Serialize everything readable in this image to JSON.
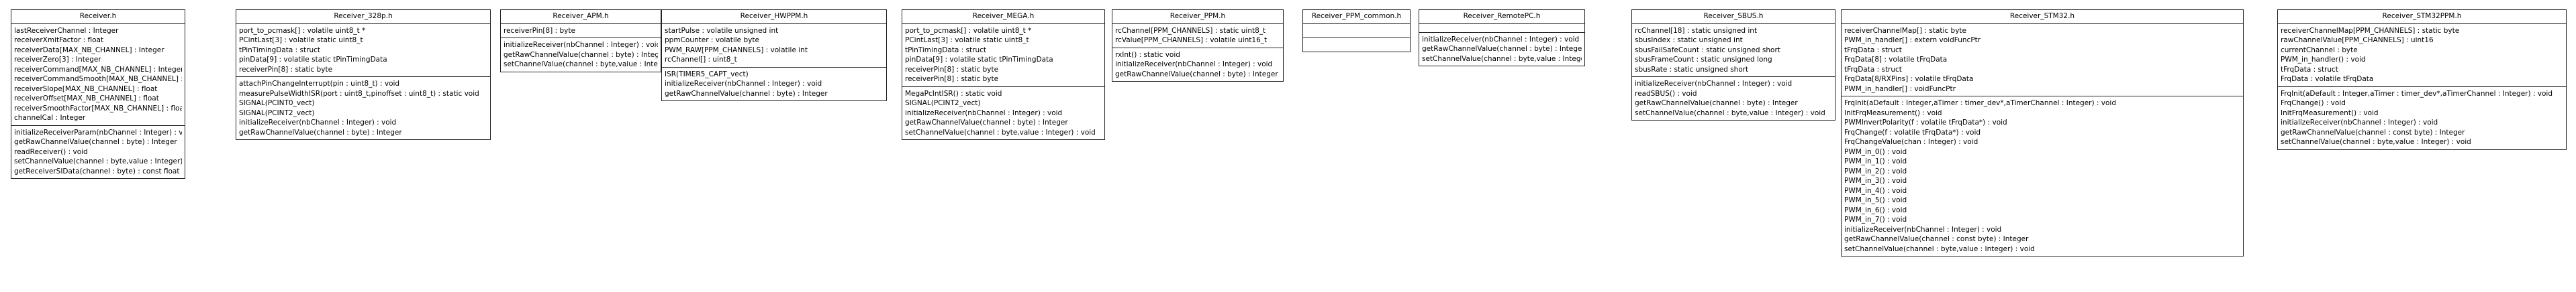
{
  "classes": [
    {
      "id": "receiver",
      "name": "Receiver.h",
      "attributes": [
        "lastReceiverChannel : Integer",
        "receiverXmitFactor : float",
        "receiverData[MAX_NB_CHANNEL] : Integer",
        "receiverZero[3] : Integer",
        "receiverCommand[MAX_NB_CHANNEL] : Integer",
        "receiverCommandSmooth[MAX_NB_CHANNEL] : float",
        "receiverSlope[MAX_NB_CHANNEL] : float",
        "receiverOffset[MAX_NB_CHANNEL] : float",
        "receiverSmoothFactor[MAX_NB_CHANNEL] : float",
        "channelCal : Integer"
      ],
      "methods": [
        "initializeReceiverParam(nbChannel : Integer) : void",
        "getRawChannelValue(channel : byte) : Integer",
        "readReceiver() : void",
        "setChannelValue(channel : byte,value : Integer) : void",
        "getReceiverSIData(channel : byte) : const float"
      ]
    },
    {
      "id": "receiver-328p",
      "name": "Receiver_328p.h",
      "attributes": [
        "port_to_pcmask[] : volatile uint8_t *",
        "PCintLast[3] : volatile static uint8_t",
        "tPinTimingData : struct",
        "pinData[9] : volatile static tPinTimingData",
        "receiverPin[8] : static byte"
      ],
      "methods": [
        "attachPinChangeInterrupt(pin : uint8_t) : void",
        "measurePulseWidthISR(port : uint8_t,pinoffset : uint8_t) : static void",
        "SIGNAL(PCINT0_vect)",
        "SIGNAL(PCINT2_vect)",
        "initializeReceiver(nbChannel : Integer) : void",
        "getRawChannelValue(channel : byte) : Integer"
      ]
    },
    {
      "id": "receiver-apm",
      "name": "Receiver_APM.h",
      "attributes": [
        "receiverPin[8] : byte"
      ],
      "methods": [
        "initializeReceiver(nbChannel : Integer) : void",
        "getRawChannelValue(channel : byte) : Integer",
        "setChannelValue(channel : byte,value : Integer) : void"
      ]
    },
    {
      "id": "receiver-hwppm",
      "name": "Receiver_HWPPM.h",
      "attributes": [
        "startPulse : volatile unsigned int",
        "ppmCounter : volatile byte",
        "PWM_RAW[PPM_CHANNELS] : volatile int",
        "rcChannel[] : uint8_t"
      ],
      "methods": [
        "ISR(TIMER5_CAPT_vect)",
        "initializeReceiver(nbChannel : Integer) : void",
        "getRawChannelValue(channel : byte) : Integer"
      ]
    },
    {
      "id": "receiver-mega",
      "name": "Receiver_MEGA.h",
      "attributes": [
        "port_to_pcmask[] : volatile uint8_t *",
        "PCintLast[3] : volatile static uint8_t",
        "tPinTimingData : struct",
        "pinData[9] : volatile static tPinTimingData",
        "receiverPin[8] : static byte",
        "receiverPin[8] : static byte"
      ],
      "methods": [
        "MegaPcIntISR() : static void",
        "SIGNAL(PCINT2_vect)",
        "initializeReceiver(nbChannel : Integer) : void",
        "getRawChannelValue(channel : byte) : Integer",
        "setChannelValue(channel : byte,value : Integer) : void"
      ]
    },
    {
      "id": "receiver-ppm",
      "name": "Receiver_PPM.h",
      "attributes": [
        "rcChannel[PPM_CHANNELS] : static uint8_t",
        "rcValue[PPM_CHANNELS] : volatile uint16_t"
      ],
      "methods": [
        "rxInt() : static void",
        "initializeReceiver(nbChannel : Integer) : void",
        "getRawChannelValue(channel : byte) : Integer"
      ]
    },
    {
      "id": "receiver-ppm-common",
      "name": "Receiver_PPM_common.h",
      "attributes": [],
      "methods": []
    },
    {
      "id": "receiver-remotepc",
      "name": "Receiver_RemotePC.h",
      "attributes": [],
      "methods": [
        "initializeReceiver(nbChannel : Integer) : void",
        "getRawChannelValue(channel : byte) : Integer",
        "setChannelValue(channel : byte,value : Integer) : void"
      ]
    },
    {
      "id": "receiver-sbus",
      "name": "Receiver_SBUS.h",
      "attributes": [
        "rcChannel[18] : static unsigned int",
        "sbusIndex : static unsigned int",
        "sbusFailSafeCount : static unsigned short",
        "sbusFrameCount : static unsigned long",
        "sbusRate : static unsigned short"
      ],
      "methods": [
        "initializeReceiver(nbChannel : Integer) : void",
        "readSBUS() : void",
        "getRawChannelValue(channel : byte) : Integer",
        "setChannelValue(channel : byte,value : Integer) : void"
      ]
    },
    {
      "id": "receiver-stm32",
      "name": "Receiver_STM32.h",
      "attributes": [
        "receiverChannelMap[] : static byte",
        "PWM_in_handler[] : extern voidFuncPtr",
        "tFrqData : struct",
        "FrqData[8] : volatile tFrqData",
        "tFrqData : struct",
        "FrqData[8/RXPins] : volatile tFrqData",
        "PWM_in_handler[] : voidFuncPtr"
      ],
      "methods": [
        "FrqInit(aDefault : Integer,aTimer : timer_dev*,aTimerChannel : Integer) : void",
        "InitFrqMeasurement() : void",
        "PWMInvertPolarity(f : volatile tFrqData*) : void",
        "FrqChange(f : volatile tFrqData*) : void",
        "FrqChangeValue(chan : Integer) : void",
        "PWM_in_0() : void",
        "PWM_in_1() : void",
        "PWM_in_2() : void",
        "PWM_in_3() : void",
        "PWM_in_4() : void",
        "PWM_in_5() : void",
        "PWM_in_6() : void",
        "PWM_in_7() : void",
        "initializeReceiver(nbChannel : Integer) : void",
        "getRawChannelValue(channel : const byte) : Integer",
        "setChannelValue(channel : byte,value : Integer) : void"
      ]
    },
    {
      "id": "receiver-stm32ppm",
      "name": "Receiver_STM32PPM.h",
      "attributes": [
        "receiverChannelMap[PPM_CHANNELS] : static byte",
        "rawChannelValue[PPM_CHANNELS] : uint16",
        "currentChannel : byte",
        "PWM_in_handler() : void",
        "tFrqData : struct",
        "FrqData : volatile tFrqData"
      ],
      "methods": [
        "FrqInit(aDefault : Integer,aTimer : timer_dev*,aTimerChannel : Integer) : void",
        "FrqChange() : void",
        "InitFrqMeasurement() : void",
        "initializeReceiver(nbChannel : Integer) : void",
        "getRawChannelValue(channel : const byte) : Integer",
        "setChannelValue(channel : byte,value : Integer) : void"
      ]
    }
  ]
}
